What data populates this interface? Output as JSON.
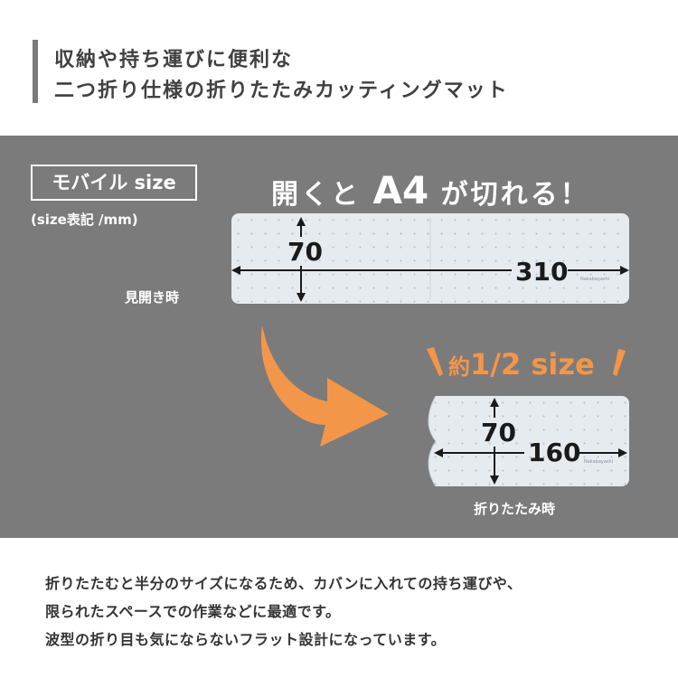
{
  "header": {
    "line1": "収納や持ち運びに便利な",
    "line2": "二つ折り仕様の折りたたみカッティングマット"
  },
  "panel": {
    "size_badge": "モバイル size",
    "size_note": "(size表記 /mm)",
    "headline_pre": "開くと",
    "headline_big": "A4",
    "headline_post": "が切れる！",
    "label_open": "見開き時",
    "label_folded": "折りたたみ時",
    "half_prefix": "約",
    "half_main": "1/2 size"
  },
  "open_mat": {
    "height": "70",
    "width": "310",
    "brand": "Nakabayashi"
  },
  "folded_mat": {
    "height": "70",
    "width": "160",
    "brand": "Nakabayashi"
  },
  "colors": {
    "panel": "#7b7b7b",
    "accent": "#f3964a",
    "mat": "#e6ebf0"
  },
  "footer": {
    "line1": "折りたたむと半分のサイズになるため、カバンに入れての持ち運びや、",
    "line2": "限られたスペースでの作業などに最適です。",
    "line3": "波型の折り目も気にならないフラット設計になっています。"
  }
}
